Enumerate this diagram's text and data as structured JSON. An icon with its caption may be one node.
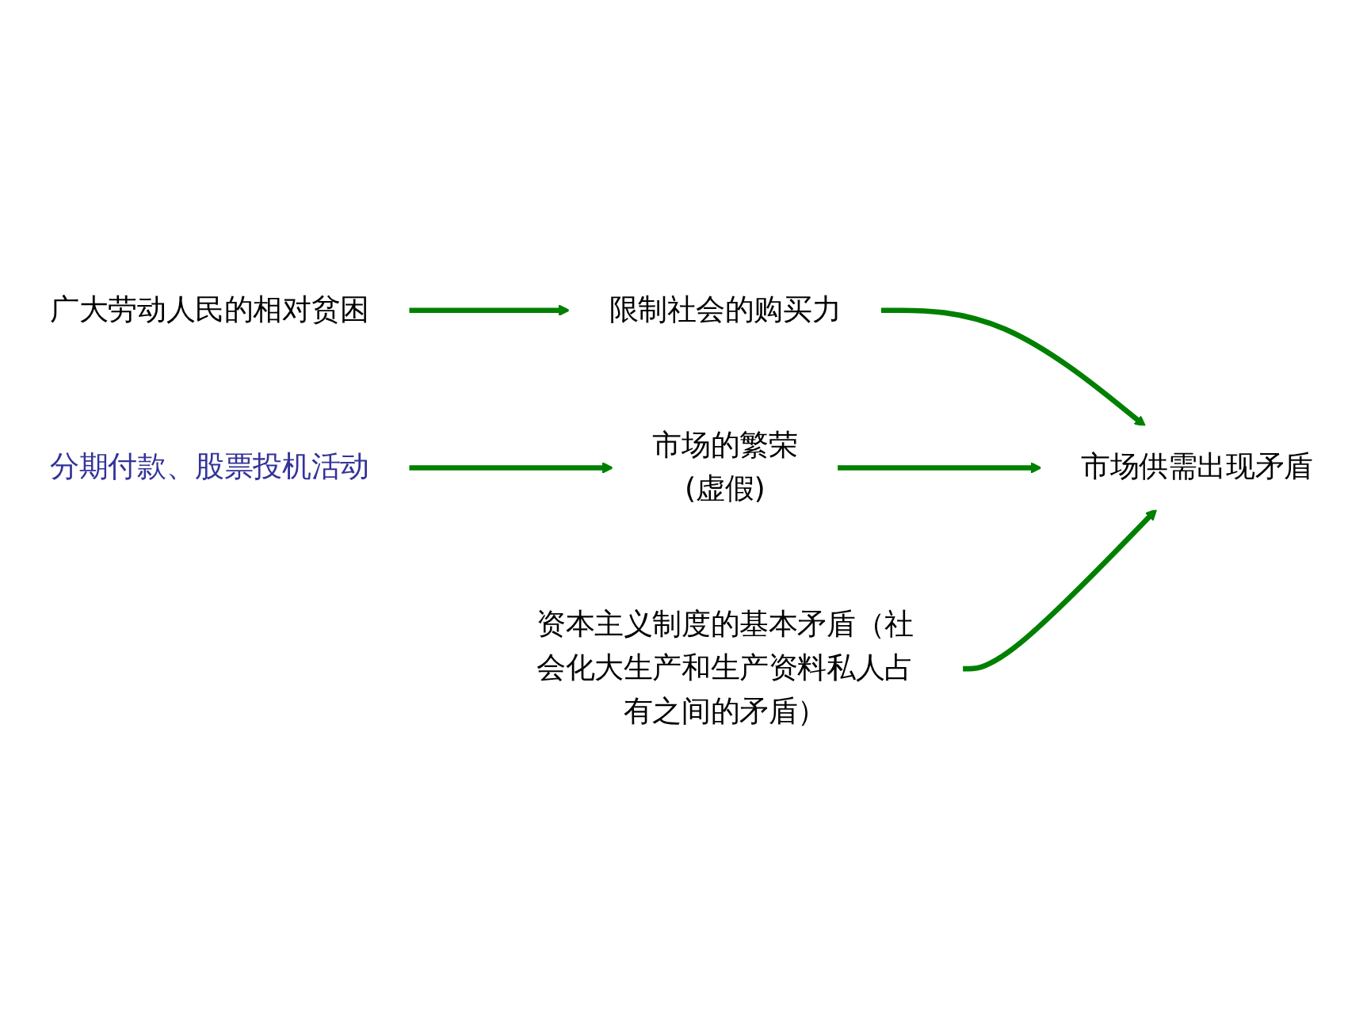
{
  "diagram": {
    "nodes": [
      {
        "text": [
          "广大劳动人民的相对贫困"
        ]
      },
      {
        "text": [
          "限制社会的购买力"
        ]
      },
      {
        "text": [
          "分期付款、股票投机活动"
        ]
      },
      {
        "text": [
          "市场的繁荣",
          "(虚假)"
        ]
      },
      {
        "text": [
          "市场供需出现矛盾"
        ]
      },
      {
        "text": [
          "资本主义制度的基本矛盾（社会化大生产和生产资料私人占有之间的矛盾）"
        ]
      }
    ],
    "edges": [
      {
        "from": 0,
        "to": 1,
        "arrow": "to"
      },
      {
        "from": 2,
        "to": 3,
        "arrow": "to"
      },
      {
        "from": 1,
        "to": 4,
        "arrow": "to"
      },
      {
        "from": 3,
        "to": 4,
        "arrow": "to"
      },
      {
        "from": 5,
        "to": 4,
        "arrow": "to"
      }
    ]
  }
}
